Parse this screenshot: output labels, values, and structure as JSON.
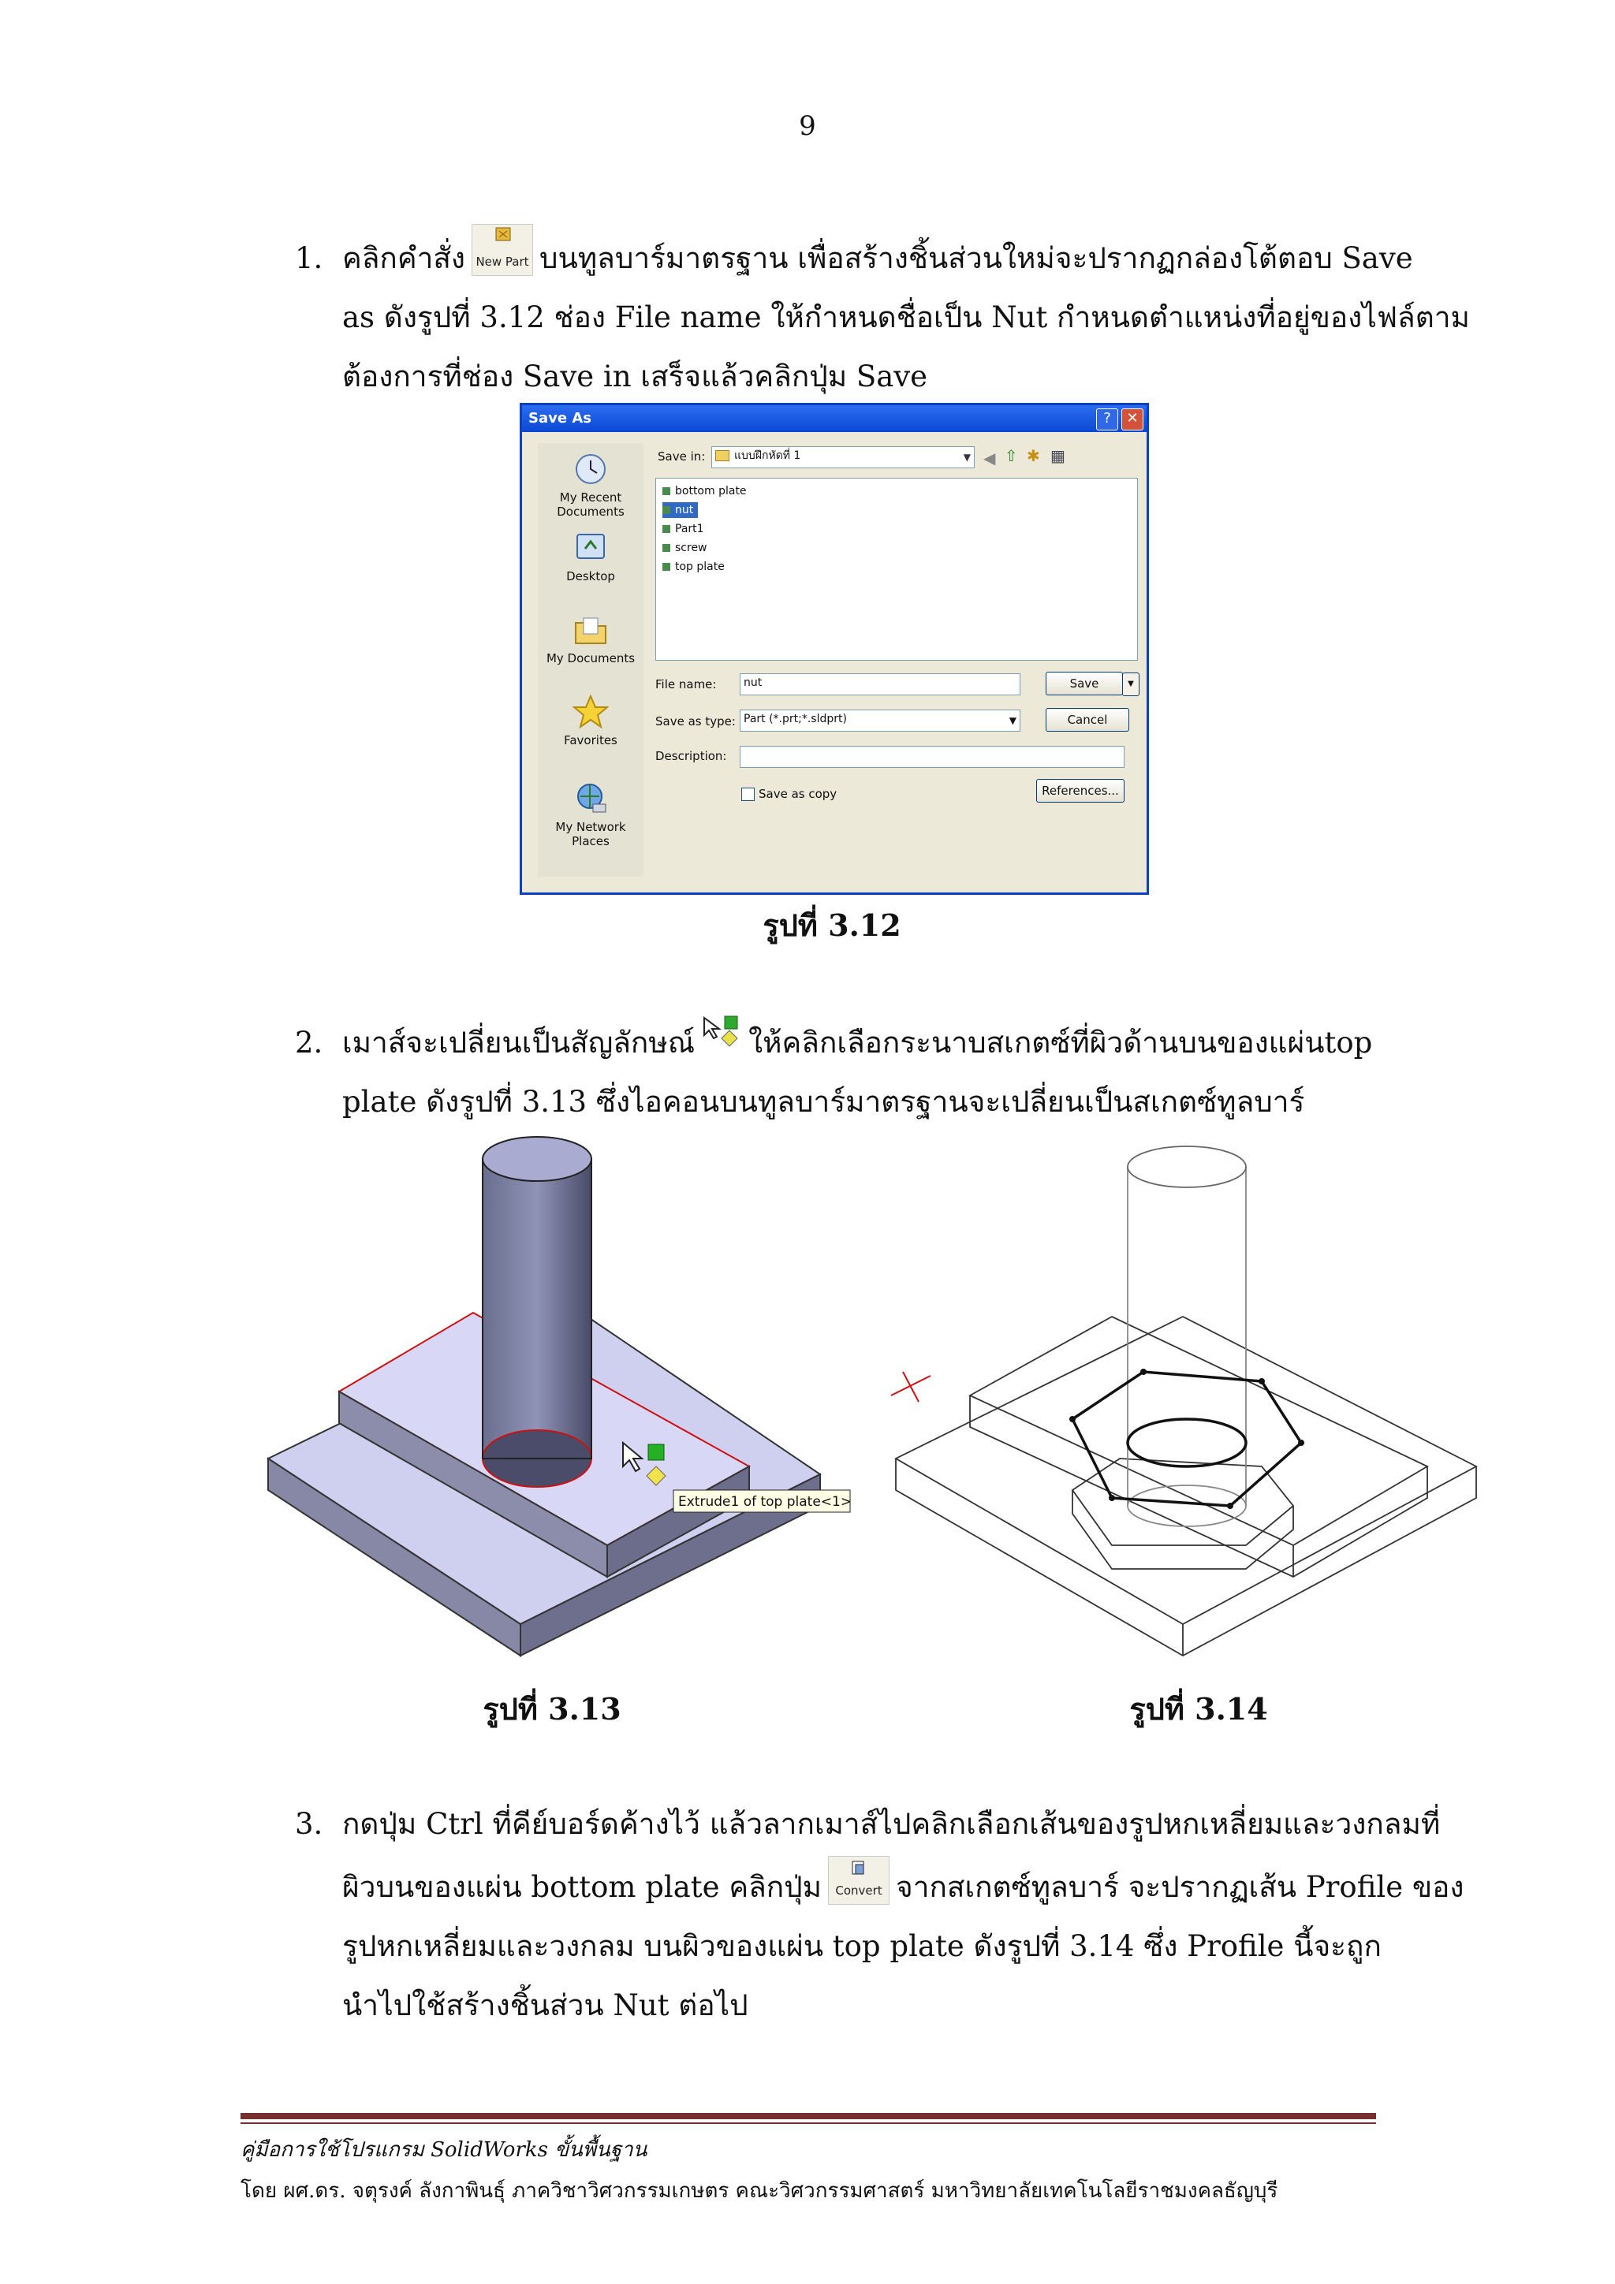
{
  "page_number": "9",
  "step1": {
    "num": "1.",
    "lines": [
      [
        "คลิกคำสั่ง",
        "บนทูลบาร์มาตรฐาน เพื่อสร้างชิ้นส่วนใหม่จะปรากฏกล่องโต้ตอบ Save"
      ],
      "as ดังรูปที่ 3.12 ช่อง File name ให้กำหนดชื่อเป็น Nut กำหนดตำแหน่งที่อยู่ของไฟล์ตาม",
      "ต้องการที่ช่อง Save in เสร็จแล้วคลิกปุ่ม Save"
    ],
    "icon_label": "New Part"
  },
  "dialog": {
    "title": "Save As",
    "help_btn": "?",
    "close_btn": "✕",
    "save_in_label": "Save in:",
    "save_in_value": "แบบฝึกหัดที่ 1",
    "places": [
      "My Recent Documents",
      "Desktop",
      "My Documents",
      "Favorites",
      "My Network Places"
    ],
    "files": [
      "bottom plate",
      "nut",
      "Part1",
      "screw",
      "top plate"
    ],
    "selected_file": "nut",
    "file_name_label": "File name:",
    "file_name_value": "nut",
    "save_type_label": "Save as type:",
    "save_type_value": "Part (*.prt;*.sldprt)",
    "description_label": "Description:",
    "save_copy_label": "Save as copy",
    "save_btn": "Save",
    "cancel_btn": "Cancel",
    "references_btn": "References..."
  },
  "caption_312": "รูปที่  3.12",
  "step2": {
    "num": "2.",
    "line1a": "เมาส์จะเปลี่ยนเป็นสัญลักษณ์",
    "line1b": "ให้คลิกเลือกระนาบสเกตซ์ที่ผิวด้านบนของแผ่น",
    "line1c": "top",
    "line2": "plate ดังรูปที่ 3.13  ซึ่งไอคอนบนทูลบาร์มาตรฐานจะเปลี่ยนเป็นสเกตซ์ทูลบาร์"
  },
  "tooltip_313": "Extrude1 of top plate<1>",
  "caption_313": "รูปที่  3.13",
  "caption_314": "รูปที่  3.14",
  "step3": {
    "num": "3.",
    "line1": "กดปุ่ม Ctrl ที่คีย์บอร์ดค้างไว้ แล้วลากเมาส์ไปคลิกเลือกเส้นของรูปหกเหลี่ยมและวงกลมที่",
    "line2a": "ผิวบนของแผ่น bottom plate คลิกปุ่ม",
    "line2b": "จากสเกตซ์ทูลบาร์ จะปรากฏเส้น Profile ของ",
    "line3": "รูปหกเหลี่ยมและวงกลม  บนผิวของแผ่น  top  plate  ดังรูปที่  3.14  ซึ่ง  Profile  นี้จะถูก",
    "line4": "นำไปใช้สร้างชิ้นส่วน Nut ต่อไป",
    "icon_label": "Convert"
  },
  "footer": {
    "line1": "คู่มือการใช้โปรแกรม SolidWorks ขั้นพื้นฐาน",
    "line2": "โดย ผศ.ดร. จตุรงค์ ลังกาพินธุ์ ภาควิชาวิศวกรรมเกษตร คณะวิศวกรรมศาสตร์ มหาวิทยาลัยเทคโนโลยีราชมงคลธัญบุรี"
  }
}
